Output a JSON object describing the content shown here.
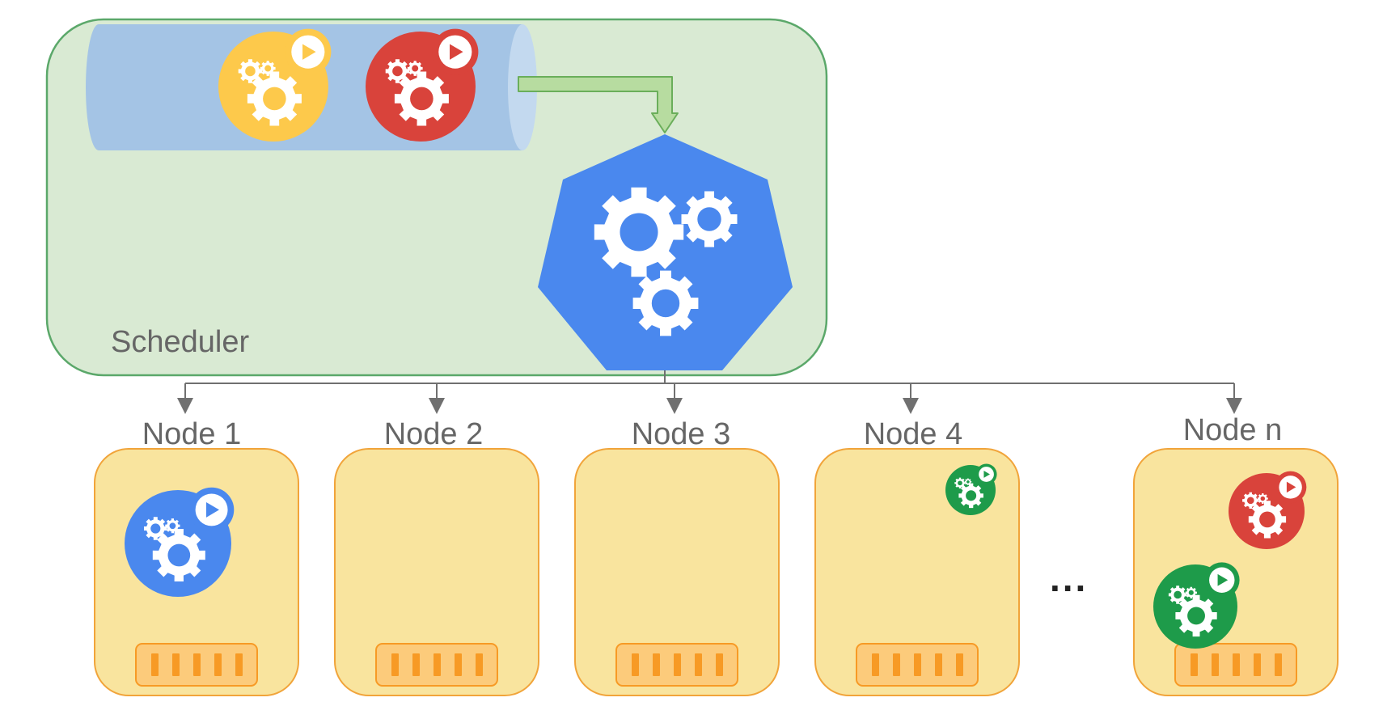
{
  "scheduler": {
    "label": "Scheduler",
    "queue_pods": [
      {
        "color": "#FDC94B"
      },
      {
        "color": "#D9433B"
      }
    ],
    "engine_color": "#4A88EE"
  },
  "nodes": [
    {
      "label": "Node 1",
      "pods": [
        {
          "color": "#4A88EE"
        }
      ]
    },
    {
      "label": "Node 2",
      "pods": []
    },
    {
      "label": "Node 3",
      "pods": []
    },
    {
      "label": "Node 4",
      "pods": [
        {
          "color": "#1E9B4A"
        }
      ]
    },
    {
      "label": "Node n",
      "pods": [
        {
          "color": "#D9433B"
        },
        {
          "color": "#1E9B4A"
        }
      ]
    }
  ],
  "ellipsis": "...",
  "colors": {
    "scheduler_bg": "#D9EAD3",
    "scheduler_border": "#5BA86A",
    "queue_tube": "#A4C4E5",
    "node_fill": "#F9E49E",
    "node_border": "#F1A43A",
    "port_fill": "#FCCB7B",
    "port_pin": "#F79A25",
    "connector": "#707070",
    "arrow_fill": "#B7DCA0",
    "arrow_stroke": "#6AAE5A"
  },
  "icons": {
    "pod": "gear-play-icon",
    "engine": "gears-icon",
    "port": "port-icon"
  }
}
